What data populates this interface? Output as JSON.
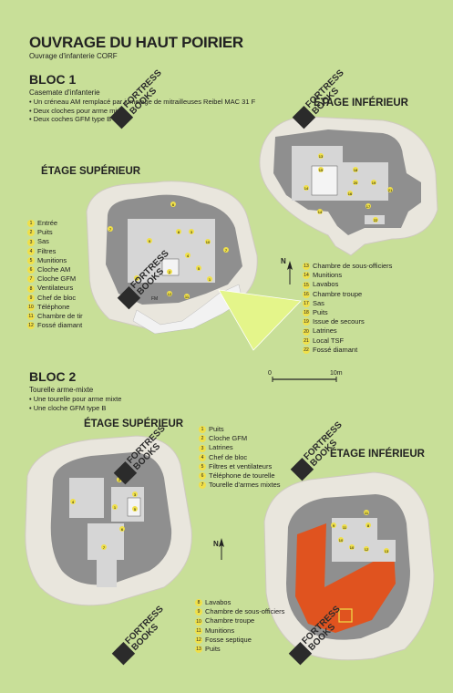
{
  "header": {
    "title": "OUVRAGE DU HAUT POIRIER",
    "subtitle": "Ouvrage d'infanterie CORF"
  },
  "bloc1": {
    "title": "BLOC 1",
    "type": "Casemate d'infanterie",
    "items": [
      "Un créneau AM remplacé par jumelage de mitrailleuses Reibel MAC 31 F",
      "Deux cloches pour arme mixte",
      "Deux coches GFM type B"
    ],
    "upper_label": "ÉTAGE SUPÉRIEUR",
    "lower_label": "ÉTAGE INFÉRIEUR",
    "upper_legend": [
      {
        "n": "1",
        "label": "Entrée"
      },
      {
        "n": "2",
        "label": "Puits"
      },
      {
        "n": "3",
        "label": "Sas"
      },
      {
        "n": "4",
        "label": "Filtres"
      },
      {
        "n": "5",
        "label": "Munitions"
      },
      {
        "n": "6",
        "label": "Cloche AM"
      },
      {
        "n": "7",
        "label": "Cloche GFM"
      },
      {
        "n": "8",
        "label": "Ventilateurs"
      },
      {
        "n": "9",
        "label": "Chef de bloc"
      },
      {
        "n": "10",
        "label": "Téléphone"
      },
      {
        "n": "11",
        "label": "Chambre de tir"
      },
      {
        "n": "12",
        "label": "Fossé diamant"
      }
    ],
    "lower_legend": [
      {
        "n": "13",
        "label": "Chambre de sous-officiers"
      },
      {
        "n": "14",
        "label": "Munitions"
      },
      {
        "n": "15",
        "label": "Lavabos"
      },
      {
        "n": "16",
        "label": "Chambre troupe"
      },
      {
        "n": "17",
        "label": "Sas"
      },
      {
        "n": "18",
        "label": "Puits"
      },
      {
        "n": "19",
        "label": "Issue de secours"
      },
      {
        "n": "20",
        "label": "Latrines"
      },
      {
        "n": "21",
        "label": "Local TSF"
      },
      {
        "n": "22",
        "label": "Fossé diamant"
      }
    ],
    "fm_label": "FM"
  },
  "scale": {
    "start": "0",
    "end": "10m"
  },
  "bloc2": {
    "title": "BLOC 2",
    "type": "Tourelle arme-mixte",
    "items": [
      "Une tourelle pour arme mixte",
      "Une cloche GFM type B"
    ],
    "upper_label": "ÉTAGE SUPÉRIEUR",
    "lower_label": "ÉTAGE INFÉRIEUR",
    "upper_legend": [
      {
        "n": "1",
        "label": "Puits"
      },
      {
        "n": "2",
        "label": "Cloche GFM"
      },
      {
        "n": "3",
        "label": "Latrines"
      },
      {
        "n": "4",
        "label": "Chef de bloc"
      },
      {
        "n": "5",
        "label": "Filtres et ventilateurs"
      },
      {
        "n": "6",
        "label": "Téléphone de tourelle"
      },
      {
        "n": "7",
        "label": "Tourelle d'armes mixtes"
      }
    ],
    "lower_legend": [
      {
        "n": "8",
        "label": "Lavabos"
      },
      {
        "n": "9",
        "label": "Chambre de sous-officiers"
      },
      {
        "n": "10",
        "label": "Chambre troupe"
      },
      {
        "n": "11",
        "label": "Munitions"
      },
      {
        "n": "12",
        "label": "Fosse septique"
      },
      {
        "n": "13",
        "label": "Puits"
      }
    ]
  },
  "north": "N",
  "watermark": {
    "line1": "FORTRESS",
    "line2": "BOOKS"
  },
  "colors": {
    "background": "#c8df98",
    "concrete": "#8f8f8f",
    "room": "#d6d6d6",
    "rubble": "#e9e6dd",
    "marker": "#f0e04a",
    "orange_area": "#e0531f",
    "firing_arc": "#e4f58a"
  }
}
